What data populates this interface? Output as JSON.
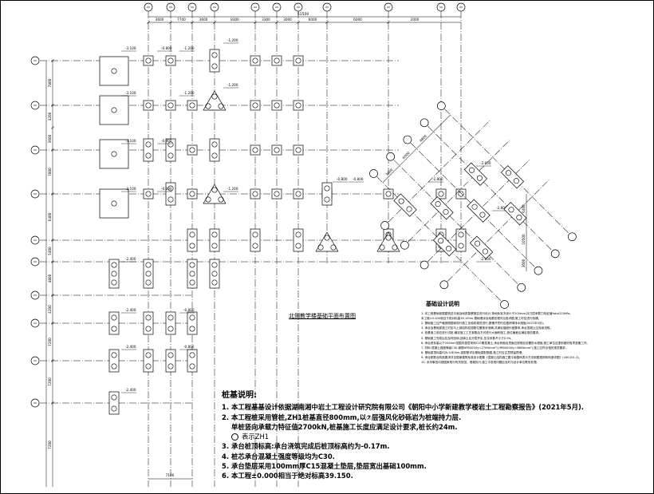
{
  "plan": {
    "title": "北侧教学楼基础平面布置图",
    "total_dimension": "51500",
    "top_dims": [
      "3600",
      "7700",
      "3600",
      "8300",
      "3300",
      "3000",
      "6000",
      "6000",
      "2000"
    ],
    "left_dims": [
      "7800",
      "4200",
      "3600",
      "7800",
      "6400",
      "5400",
      "4800",
      "4200",
      "7200",
      "7200",
      "7200"
    ],
    "bottom_dim": "7100",
    "right_dims": [
      "6400",
      "10500",
      "3600"
    ],
    "diag_dims": [
      "3600",
      "6000",
      "4800"
    ],
    "cap_labels": [
      "-0.800",
      "-1.200",
      "-3.100",
      "-2.400",
      "-2.800"
    ]
  },
  "notes": {
    "title": "桩基说明:",
    "items": [
      {
        "num": "1.",
        "text": "本工程基基设计依据湖南湘中岩土工程设计研究院有限公司《朝阳中小学新建教学楼岩土工程勘察报告》(2021年5月)."
      },
      {
        "num": "2.",
        "text": "本工程桩采用管桩,ZH1桩基直径800mm,以⑦层强风化砂砾岩为桩端持力层."
      }
    ],
    "capacity_line": "单桩竖向承载力特征值2700kN,桩基施工长度应满足设计要求,桩长约24m.",
    "pile_legend": "表示ZH1",
    "items2": [
      {
        "num": "3.",
        "text": "承台桩顶标高:承台浇筑完成后桩顶标高约为-0.17m."
      },
      {
        "num": "4.",
        "text": "桩芯承台混凝土强度等级均为C30."
      },
      {
        "num": "5.",
        "text": "承台垫层采用100mm厚C15混凝土垫层,垫层宽出基础100mm."
      },
      {
        "num": "6.",
        "text": "本工程±0.000相当于绝对标高39.150."
      }
    ]
  },
  "design_notes": {
    "title": "基础设计说明",
    "lines": [
      "1. 本工程基础依据建筑总平面及地质勘察报告进行设计,场地标准冻深小于200mm,持力层承载力特征值fak≥220kPa。",
      "   本工程±0.000相当于绝对标高39.150m,基础埋深及地基处理详见各详图,施工时应进行验槽。",
      "2. 基础施工应严格按照国家现行施工及验收规范进行,基槽开挖时应做好降排水措施(2021年5月)。",
      "3. 承台及基础梁施工时应与上部结构柱插筋位置核对准确,并满足锚固长度要求,承台混凝土应连续浇筑。",
      "4. 桩基施工前应进行试桩,确定施工工艺参数后方可进行大面积施工,桩位偏差应满足规范要求。",
      "5. 基础施工完成后应及时回填,回填土应分层夯实,压实系数不小于0.94。",
      "6. 承台底标高以下200mm范围内垫层采用C15素混凝土,承台侧面及顶面应按规定设置防水措施,施工单位应提前做好各项准备工作。",
      "7. 材料:混凝土强度等级C30,钢筋HPB300(fy=270N/mm²),HRB400(fy=360N/mm²),施工应符合相关规范要求。",
      "8. 基础梁顶标高均为-0.800m,梁配筋详见基础梁配筋图,施工时应注意预留预埋。",
      "9. 承台配筋及构造要求详见国家建筑标准设计图集《混凝土结构施工图平面整体表示方法制图规则和构造详图》(16G101-3)。",
      "10. 未尽事宜均按国家现行有关规范、规程执行,施工中发现问题应及时与设计单位联系处理。"
    ]
  }
}
